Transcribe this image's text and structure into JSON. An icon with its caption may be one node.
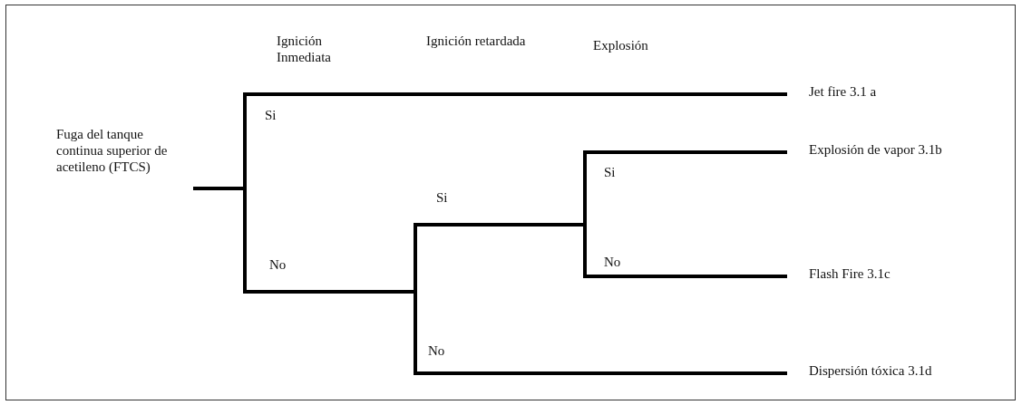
{
  "diagram": {
    "nodes": [
      {
        "text": [
          "Fuga del tanque continua superior de acetileno (FTCS)"
        ]
      },
      {
        "text": [
          "Jet fire 3.1 a"
        ]
      },
      {
        "text": [
          "Explosión de vapor 3.1b"
        ]
      },
      {
        "text": [
          "Flash Fire 3.1c"
        ]
      },
      {
        "text": [
          "Dispersión tóxica 3.1d"
        ]
      }
    ],
    "edges": [
      {
        "from": 0,
        "to": 1,
        "arrow": "none"
      },
      {
        "from": 0,
        "to": 2,
        "arrow": "none"
      },
      {
        "from": 0,
        "to": 3,
        "arrow": "none"
      },
      {
        "from": 0,
        "to": 4,
        "arrow": "none"
      }
    ],
    "labels": [
      "Ignición Inmediata",
      "Ignición retardada",
      "Explosión",
      "Si",
      "No",
      "Si",
      "No",
      "Si",
      "No"
    ]
  }
}
